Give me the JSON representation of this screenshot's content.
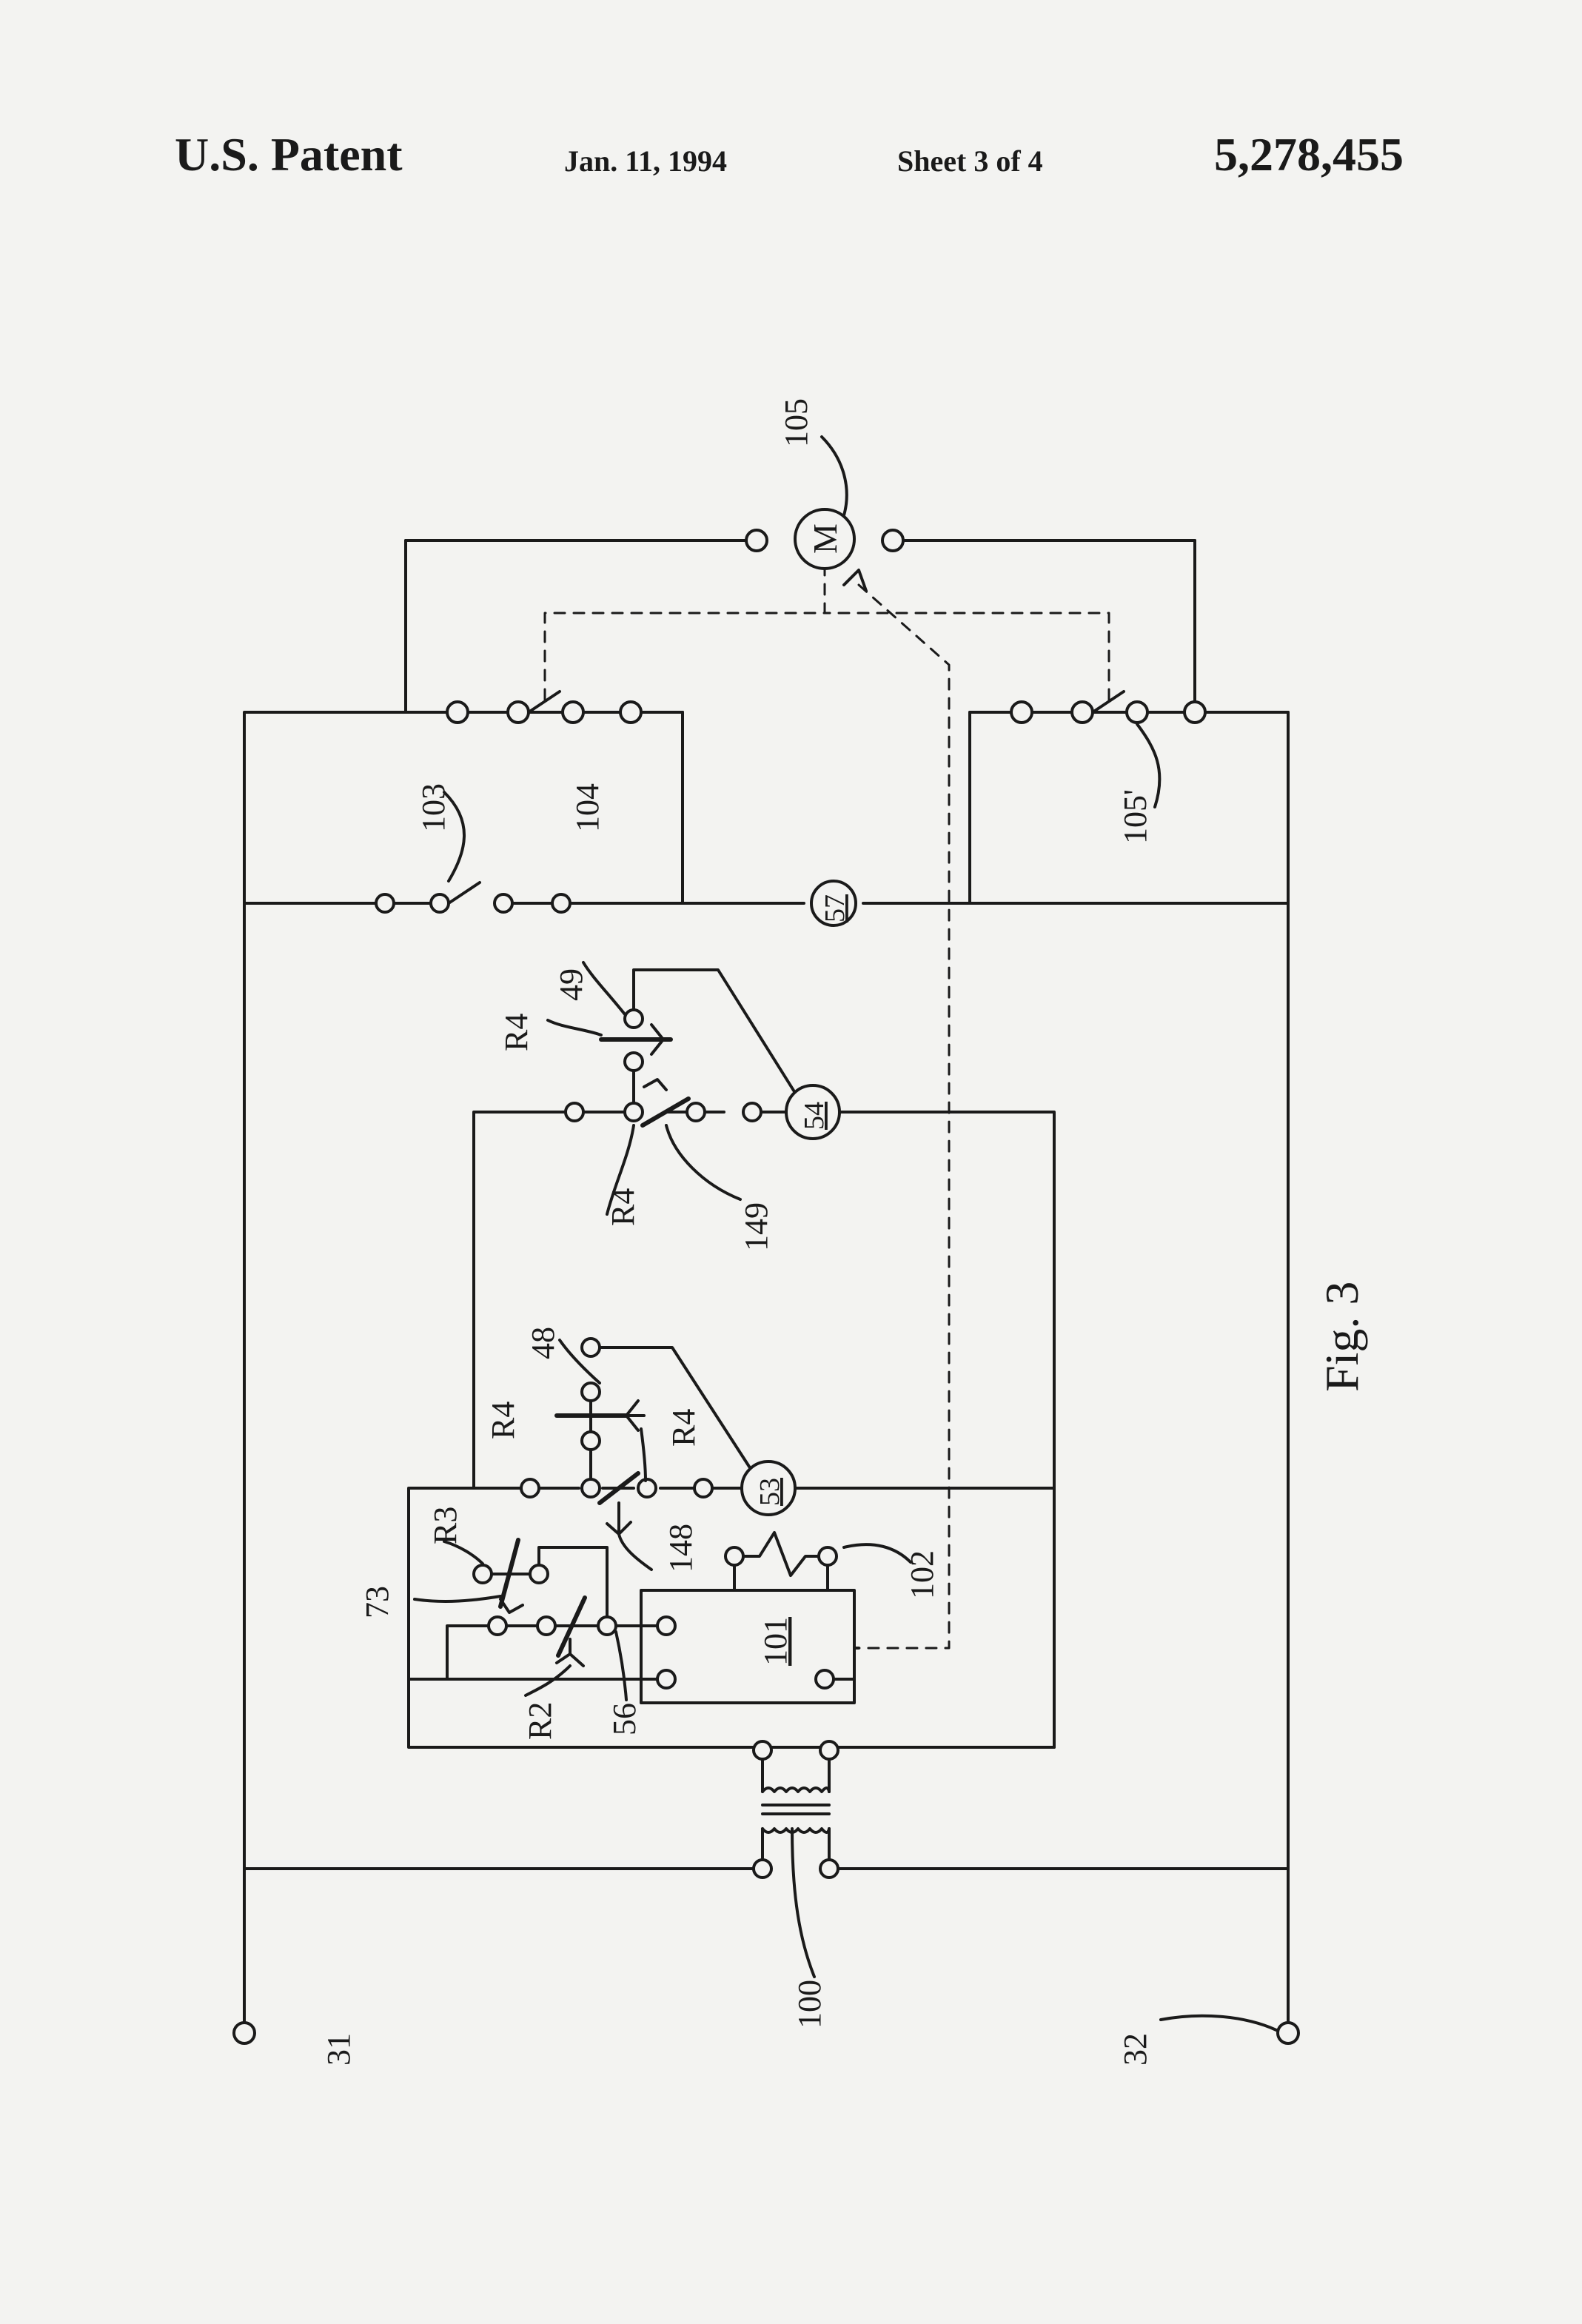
{
  "header": {
    "title": "U.S. Patent",
    "date": "Jan. 11, 1994",
    "sheet": "Sheet 3 of 4",
    "patent_number": "5,278,455"
  },
  "figure": {
    "caption": "Fig. 3",
    "labels": {
      "terminal_31": "31",
      "terminal_32": "32",
      "transformer_100": "100",
      "controller_101": "101",
      "thermostat_102": "102",
      "switch_103": "103",
      "switch_104": "104",
      "motor_105": "105",
      "motor_symbol": "M",
      "switch_105p": "105'",
      "relay_coil_53": "53",
      "relay_coil_54": "54",
      "relay_coil_57": "57",
      "contact_48": "48",
      "contact_49": "49",
      "contact_56": "56",
      "contact_73": "73",
      "contact_148": "148",
      "contact_149": "149",
      "relay_R2": "R2",
      "relay_R3": "R3",
      "relay_R4_a": "R4",
      "relay_R4_b": "R4",
      "relay_R4_c": "R4",
      "relay_R4_d": "R4"
    }
  }
}
